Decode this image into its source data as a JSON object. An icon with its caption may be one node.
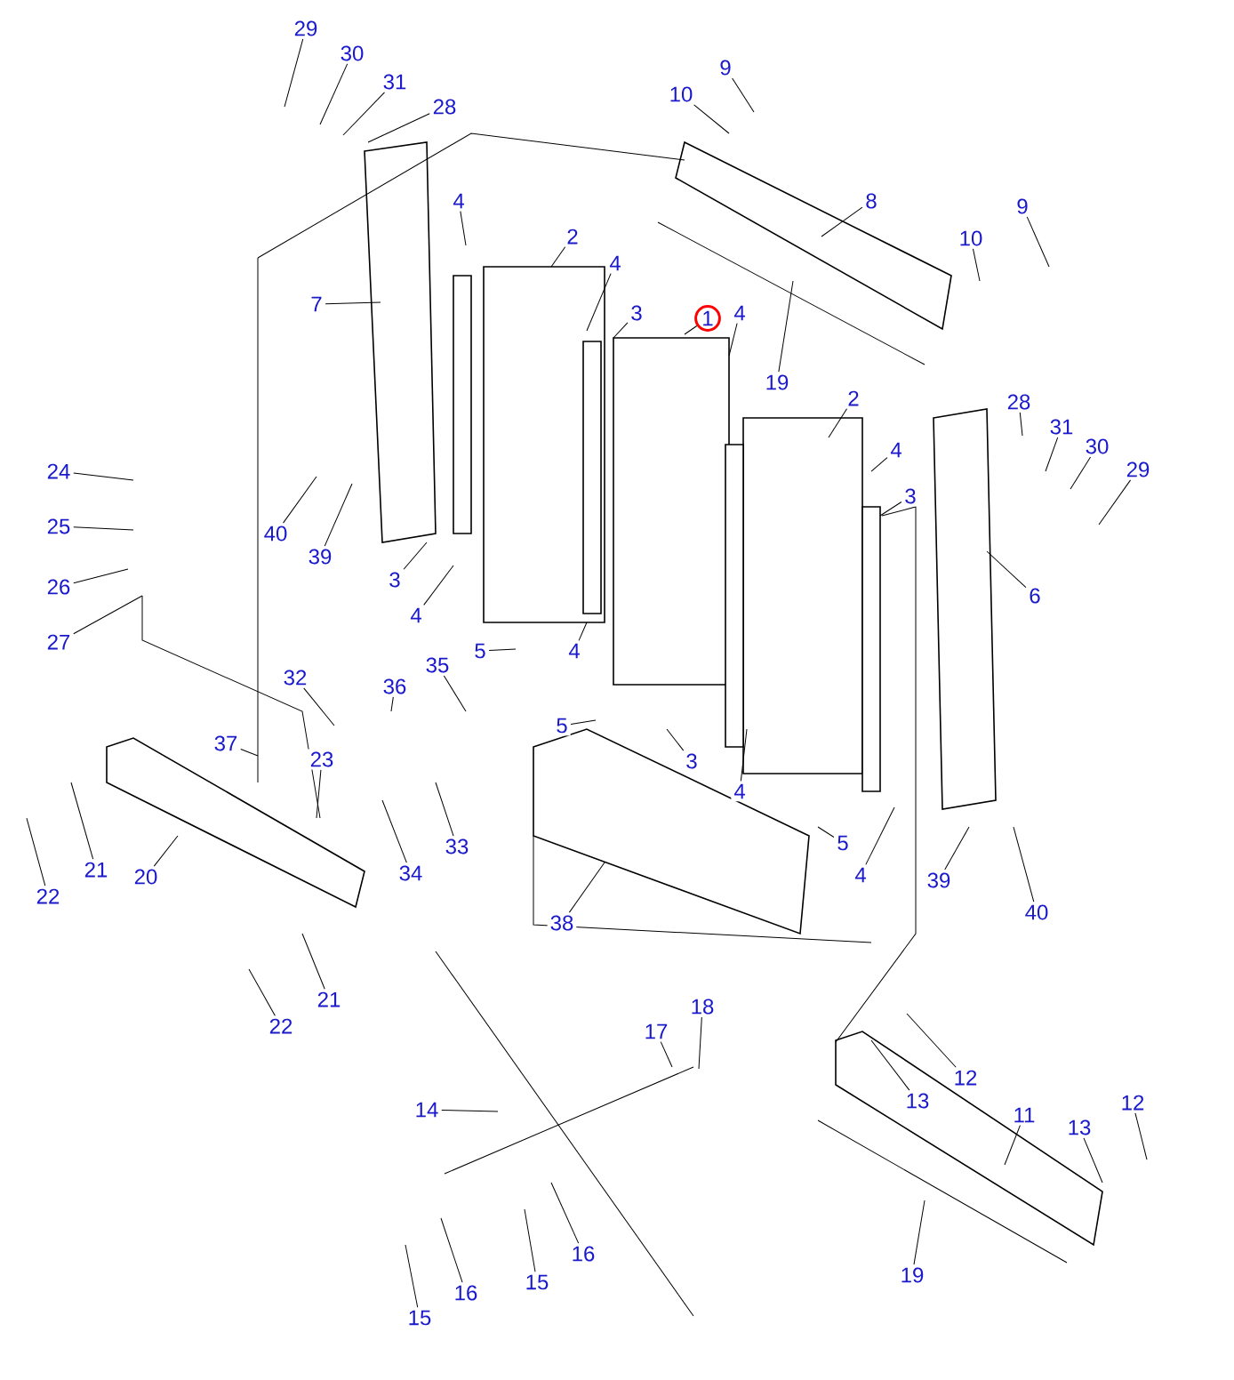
{
  "diagram": {
    "nodes": [
      {
        "text": [
          "29"
        ]
      },
      {
        "text": [
          "30"
        ]
      },
      {
        "text": [
          "31"
        ]
      },
      {
        "text": [
          "28"
        ]
      },
      {
        "text": [
          "10"
        ]
      },
      {
        "text": [
          "9"
        ]
      },
      {
        "text": [
          "8"
        ]
      },
      {
        "text": [
          "9"
        ]
      },
      {
        "text": [
          "10"
        ]
      },
      {
        "text": [
          "4"
        ]
      },
      {
        "text": [
          "2"
        ]
      },
      {
        "text": [
          "4"
        ]
      },
      {
        "text": [
          "7"
        ]
      },
      {
        "text": [
          "1"
        ]
      },
      {
        "text": [
          "3"
        ]
      },
      {
        "text": [
          "19"
        ]
      },
      {
        "text": [
          "4"
        ]
      },
      {
        "text": [
          "2"
        ]
      },
      {
        "text": [
          "4"
        ]
      },
      {
        "text": [
          "3"
        ]
      },
      {
        "text": [
          "28"
        ]
      },
      {
        "text": [
          "31"
        ]
      },
      {
        "text": [
          "30"
        ]
      },
      {
        "text": [
          "29"
        ]
      },
      {
        "text": [
          "24"
        ]
      },
      {
        "text": [
          "25"
        ]
      },
      {
        "text": [
          "26"
        ]
      },
      {
        "text": [
          "27"
        ]
      },
      {
        "text": [
          "40"
        ]
      },
      {
        "text": [
          "39"
        ]
      },
      {
        "text": [
          "3"
        ]
      },
      {
        "text": [
          "4"
        ]
      },
      {
        "text": [
          "5"
        ]
      },
      {
        "text": [
          "4"
        ]
      },
      {
        "text": [
          "6"
        ]
      },
      {
        "text": [
          "32"
        ]
      },
      {
        "text": [
          "36"
        ]
      },
      {
        "text": [
          "35"
        ]
      },
      {
        "text": [
          "5"
        ]
      },
      {
        "text": [
          "3"
        ]
      },
      {
        "text": [
          "4"
        ]
      },
      {
        "text": [
          "37"
        ]
      },
      {
        "text": [
          "23"
        ]
      },
      {
        "text": [
          "33"
        ]
      },
      {
        "text": [
          "34"
        ]
      },
      {
        "text": [
          "5"
        ]
      },
      {
        "text": [
          "4"
        ]
      },
      {
        "text": [
          "39"
        ]
      },
      {
        "text": [
          "40"
        ]
      },
      {
        "text": [
          "22"
        ]
      },
      {
        "text": [
          "21"
        ]
      },
      {
        "text": [
          "20"
        ]
      },
      {
        "text": [
          "38"
        ]
      },
      {
        "text": [
          "22"
        ]
      },
      {
        "text": [
          "21"
        ]
      },
      {
        "text": [
          "18"
        ]
      },
      {
        "text": [
          "17"
        ]
      },
      {
        "text": [
          "12"
        ]
      },
      {
        "text": [
          "13"
        ]
      },
      {
        "text": [
          "14"
        ]
      },
      {
        "text": [
          "11"
        ]
      },
      {
        "text": [
          "13"
        ]
      },
      {
        "text": [
          "12"
        ]
      },
      {
        "text": [
          "19"
        ]
      },
      {
        "text": [
          "16"
        ]
      },
      {
        "text": [
          "15"
        ]
      },
      {
        "text": [
          "16"
        ]
      },
      {
        "text": [
          "15"
        ]
      }
    ],
    "edges": [
      {
        "from": 0,
        "to": null,
        "arrow": "none"
      },
      {
        "from": 1,
        "to": null,
        "arrow": "none"
      },
      {
        "from": 2,
        "to": null,
        "arrow": "none"
      },
      {
        "from": 3,
        "to": null,
        "arrow": "none"
      },
      {
        "from": 4,
        "to": null,
        "arrow": "none"
      },
      {
        "from": 5,
        "to": null,
        "arrow": "none"
      },
      {
        "from": 6,
        "to": null,
        "arrow": "none"
      },
      {
        "from": 7,
        "to": null,
        "arrow": "none"
      },
      {
        "from": 8,
        "to": null,
        "arrow": "none"
      },
      {
        "from": 9,
        "to": null,
        "arrow": "none"
      },
      {
        "from": 10,
        "to": null,
        "arrow": "none"
      },
      {
        "from": 11,
        "to": null,
        "arrow": "none"
      },
      {
        "from": 12,
        "to": null,
        "arrow": "none"
      },
      {
        "from": 13,
        "to": null,
        "arrow": "none"
      },
      {
        "from": 14,
        "to": null,
        "arrow": "none"
      },
      {
        "from": 15,
        "to": null,
        "arrow": "none"
      },
      {
        "from": 16,
        "to": null,
        "arrow": "none"
      },
      {
        "from": 17,
        "to": null,
        "arrow": "none"
      },
      {
        "from": 18,
        "to": null,
        "arrow": "none"
      },
      {
        "from": 19,
        "to": null,
        "arrow": "none"
      },
      {
        "from": 20,
        "to": null,
        "arrow": "none"
      },
      {
        "from": 21,
        "to": null,
        "arrow": "none"
      },
      {
        "from": 22,
        "to": null,
        "arrow": "none"
      },
      {
        "from": 23,
        "to": null,
        "arrow": "none"
      },
      {
        "from": 24,
        "to": null,
        "arrow": "none"
      },
      {
        "from": 25,
        "to": null,
        "arrow": "none"
      },
      {
        "from": 26,
        "to": null,
        "arrow": "none"
      },
      {
        "from": 27,
        "to": null,
        "arrow": "none"
      },
      {
        "from": 28,
        "to": null,
        "arrow": "none"
      },
      {
        "from": 29,
        "to": null,
        "arrow": "none"
      },
      {
        "from": 30,
        "to": null,
        "arrow": "none"
      },
      {
        "from": 31,
        "to": null,
        "arrow": "none"
      },
      {
        "from": 32,
        "to": null,
        "arrow": "none"
      },
      {
        "from": 33,
        "to": null,
        "arrow": "none"
      },
      {
        "from": 34,
        "to": null,
        "arrow": "none"
      },
      {
        "from": 35,
        "to": null,
        "arrow": "none"
      },
      {
        "from": 36,
        "to": null,
        "arrow": "none"
      },
      {
        "from": 37,
        "to": null,
        "arrow": "none"
      },
      {
        "from": 38,
        "to": null,
        "arrow": "none"
      },
      {
        "from": 39,
        "to": null,
        "arrow": "none"
      },
      {
        "from": 40,
        "to": null,
        "arrow": "none"
      },
      {
        "from": 41,
        "to": null,
        "arrow": "none"
      },
      {
        "from": 42,
        "to": null,
        "arrow": "none"
      },
      {
        "from": 43,
        "to": null,
        "arrow": "none"
      },
      {
        "from": 44,
        "to": null,
        "arrow": "none"
      },
      {
        "from": 45,
        "to": null,
        "arrow": "none"
      },
      {
        "from": 46,
        "to": null,
        "arrow": "none"
      },
      {
        "from": 47,
        "to": null,
        "arrow": "none"
      },
      {
        "from": 48,
        "to": null,
        "arrow": "none"
      },
      {
        "from": 49,
        "to": null,
        "arrow": "none"
      },
      {
        "from": 50,
        "to": null,
        "arrow": "none"
      },
      {
        "from": 51,
        "to": null,
        "arrow": "none"
      },
      {
        "from": 52,
        "to": null,
        "arrow": "none"
      },
      {
        "from": 53,
        "to": null,
        "arrow": "none"
      },
      {
        "from": 54,
        "to": null,
        "arrow": "none"
      },
      {
        "from": 55,
        "to": null,
        "arrow": "none"
      },
      {
        "from": 56,
        "to": null,
        "arrow": "none"
      },
      {
        "from": 57,
        "to": null,
        "arrow": "none"
      },
      {
        "from": 58,
        "to": null,
        "arrow": "none"
      },
      {
        "from": 59,
        "to": null,
        "arrow": "none"
      },
      {
        "from": 60,
        "to": null,
        "arrow": "none"
      },
      {
        "from": 61,
        "to": null,
        "arrow": "none"
      },
      {
        "from": 62,
        "to": null,
        "arrow": "none"
      },
      {
        "from": 63,
        "to": null,
        "arrow": "none"
      },
      {
        "from": 64,
        "to": null,
        "arrow": "none"
      },
      {
        "from": 65,
        "to": null,
        "arrow": "none"
      },
      {
        "from": 66,
        "to": null,
        "arrow": "none"
      },
      {
        "from": 67,
        "to": null,
        "arrow": "none"
      }
    ]
  }
}
